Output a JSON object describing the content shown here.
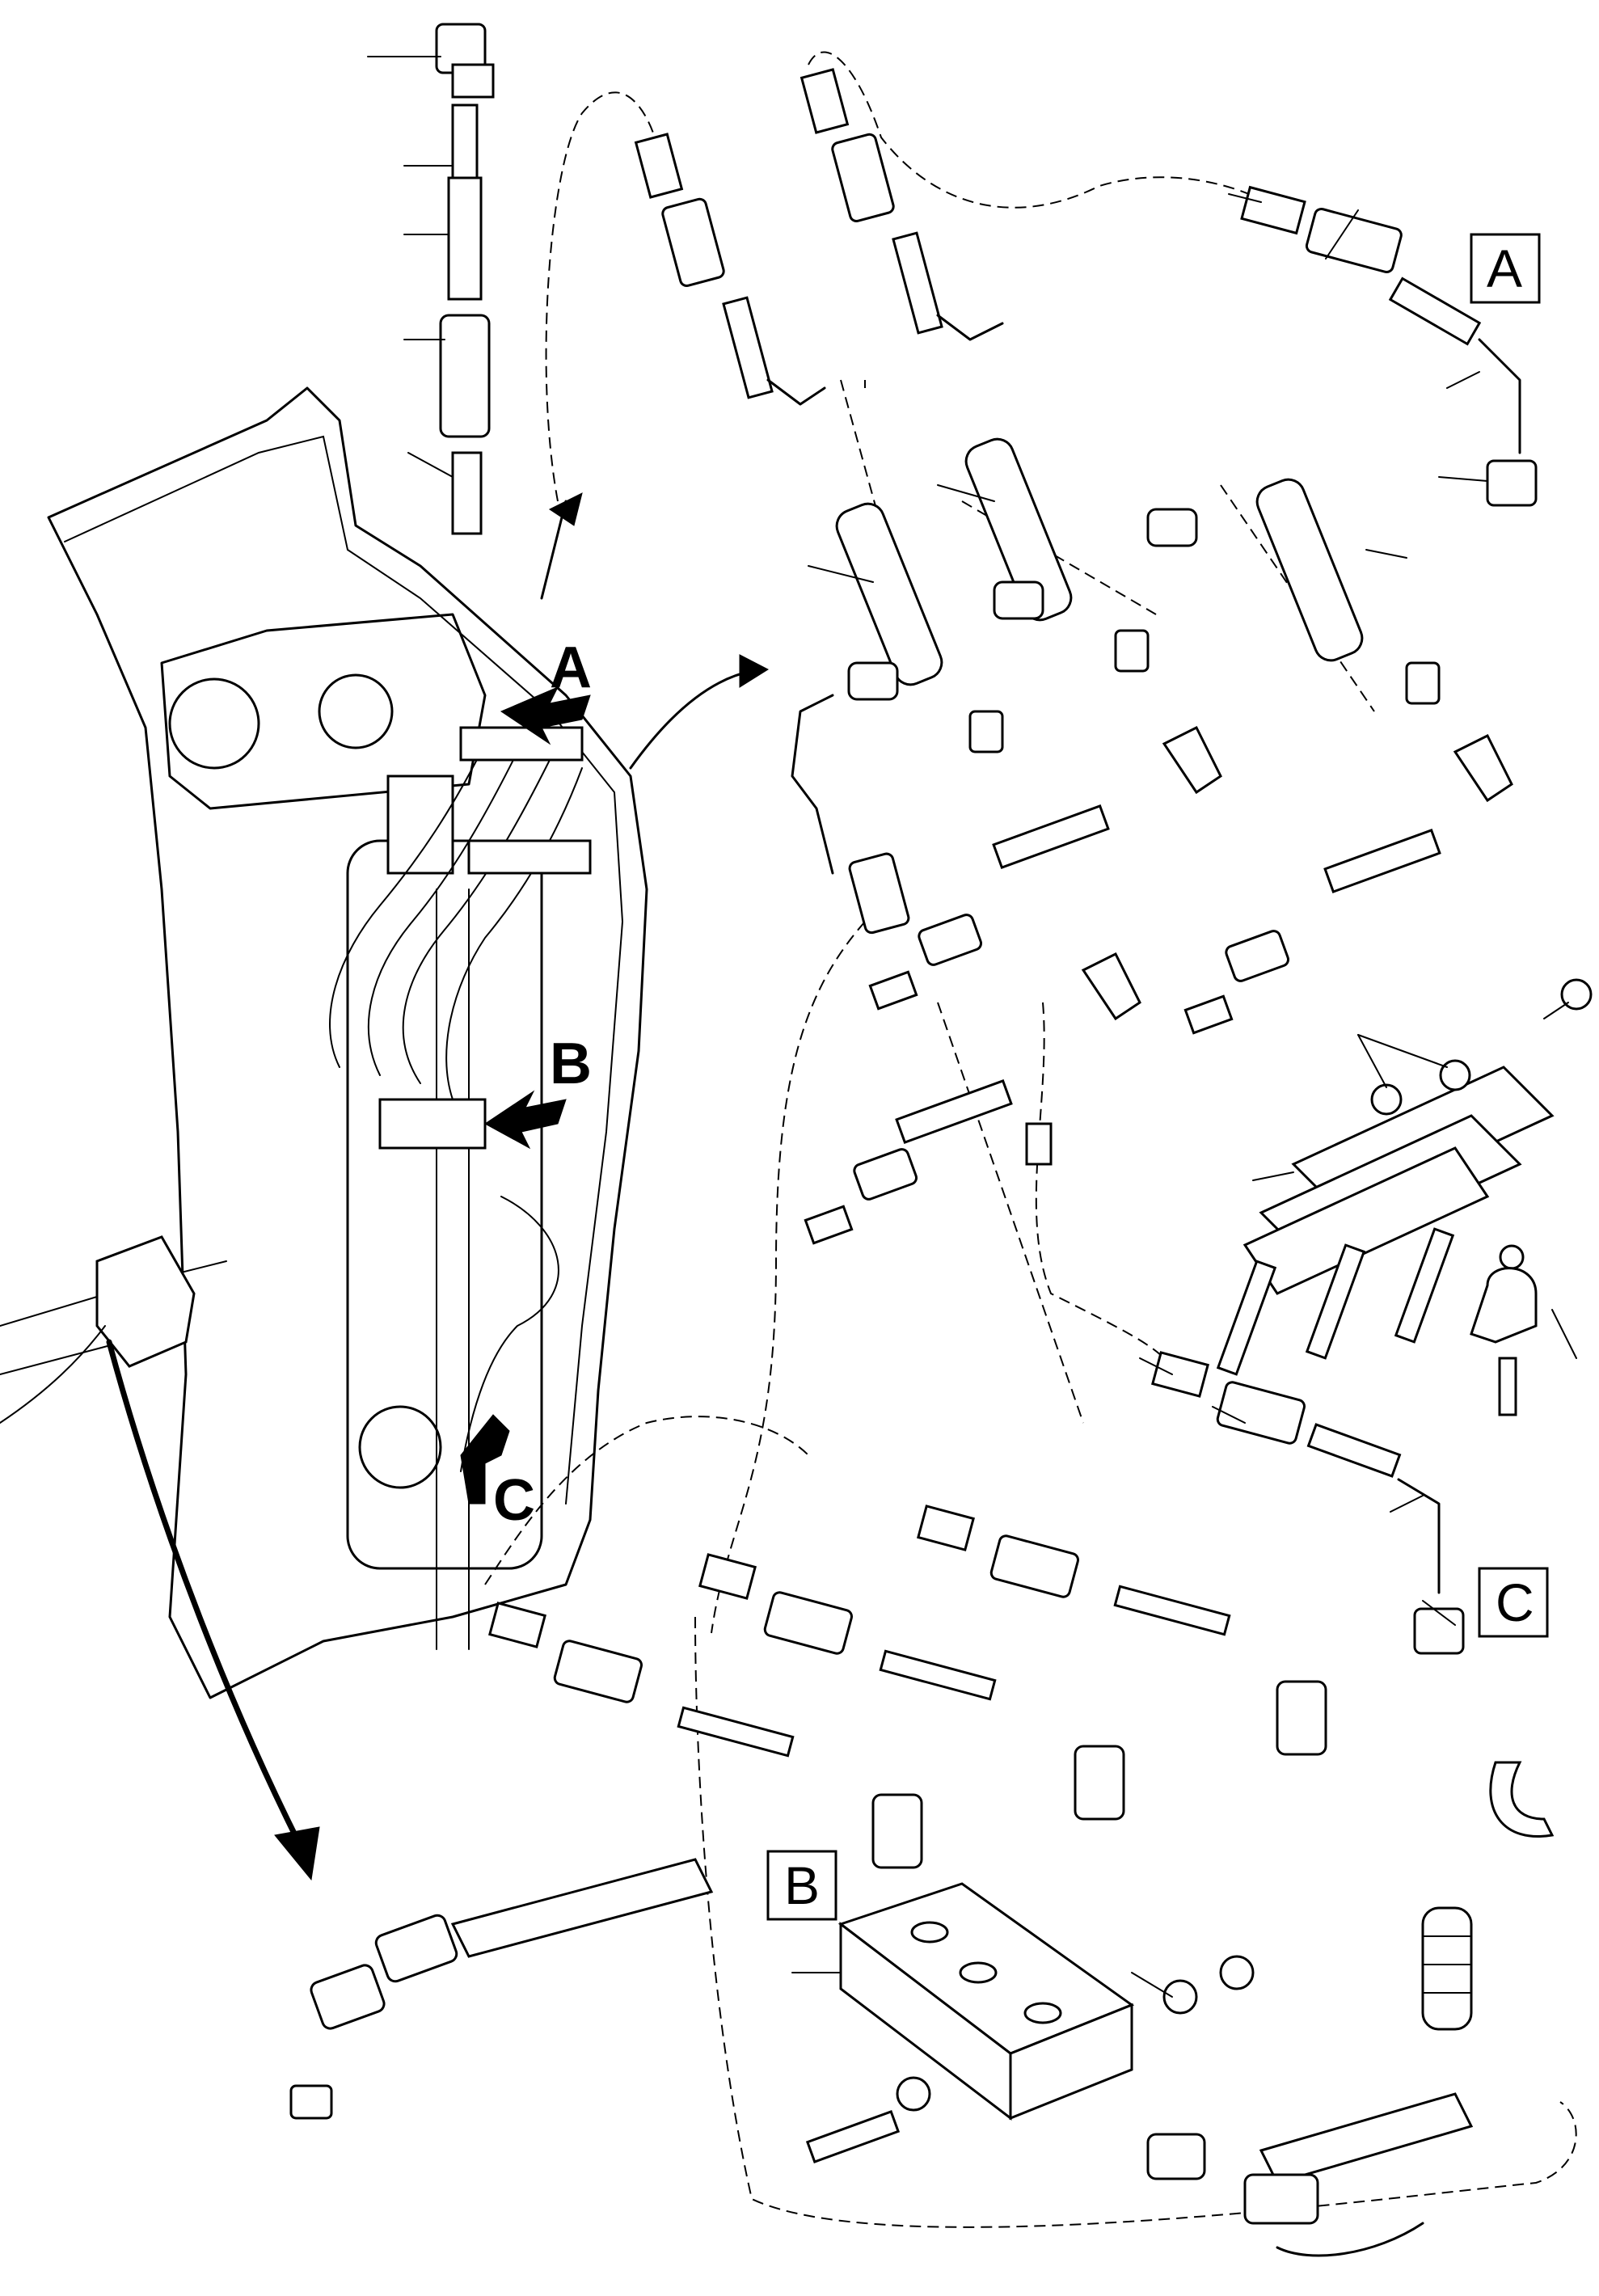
{
  "diagram": {
    "callouts": {
      "a": "A",
      "b": "B",
      "c": "C"
    },
    "detail_boxes": {
      "a": "A",
      "b": "B",
      "c": "C"
    }
  }
}
